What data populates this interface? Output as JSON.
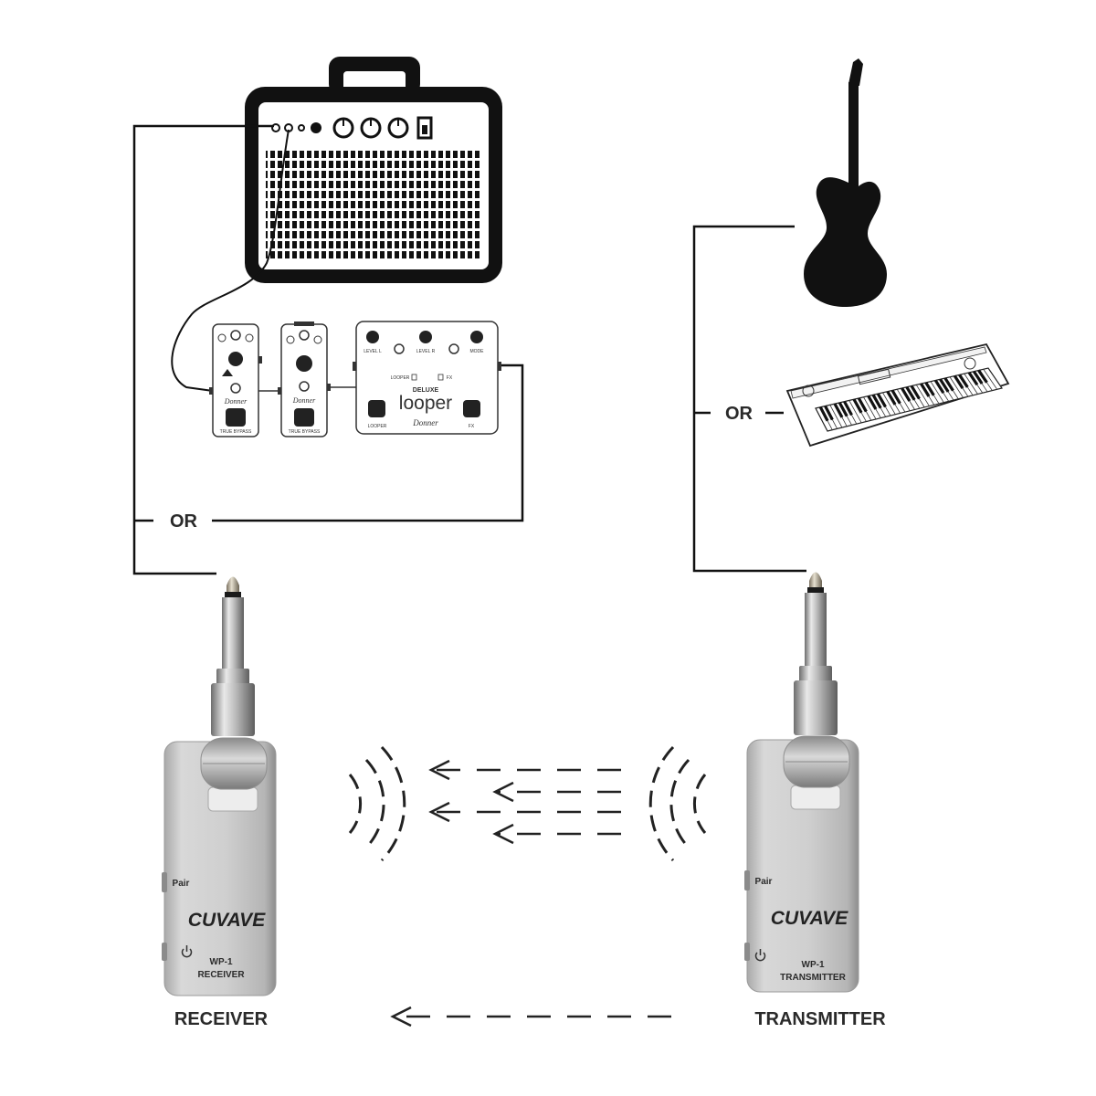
{
  "diagram": {
    "left_or": "OR",
    "right_or": "OR",
    "receiver_caption": "RECEIVER",
    "transmitter_caption": "TRANSMITTER"
  },
  "pedal_a": {
    "logo": "Donner",
    "footer": "TRUE BYPASS"
  },
  "pedal_b": {
    "logo": "Donner",
    "footer": "TRUE BYPASS"
  },
  "looper": {
    "knob_labels": [
      "LEVEL L",
      "LEVEL R",
      "MODE"
    ],
    "select_labels": [
      "LOOPER",
      "FX"
    ],
    "series": "DELUXE",
    "name": "looper",
    "footswitch_labels": [
      "LOOPER",
      "FX"
    ],
    "logo": "Donner"
  },
  "receiver": {
    "pair": "Pair",
    "brand": "CUVAVE",
    "model": "WP-1",
    "role": "RECEIVER"
  },
  "transmitter": {
    "pair": "Pair",
    "brand": "CUVAVE",
    "model": "WP-1",
    "role": "TRANSMITTER"
  },
  "colors": {
    "line": "#111111",
    "silver": "#c9c9c9",
    "background": "#ffffff"
  }
}
